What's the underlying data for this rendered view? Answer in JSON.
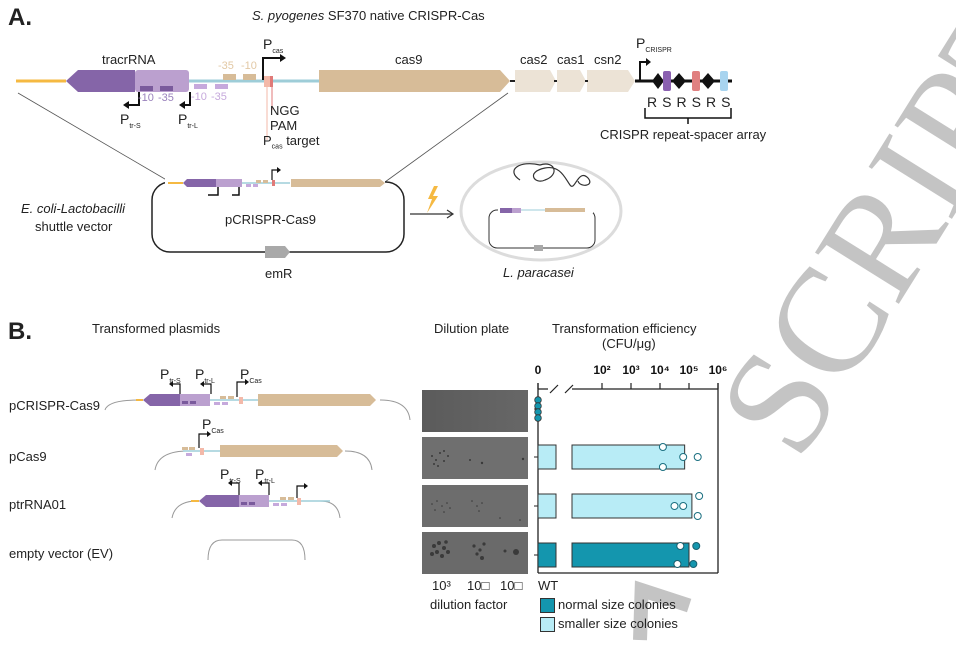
{
  "panel_a": {
    "letter": "A.",
    "title_italic": "S. pyogenes",
    "title_rest": " SF370 native CRISPR-Cas",
    "genes": {
      "tracrRNA": "tracrRNA",
      "cas9": "cas9",
      "cas2": "cas2",
      "cas1": "cas1",
      "csn2": "csn2"
    },
    "promoters": {
      "p_cas": "P",
      "p_cas_sub": "cas",
      "p_crispr": "P",
      "p_crispr_sub": "CRISPR",
      "p_tr_s": "P",
      "p_tr_s_sub": "tr-S",
      "p_tr_l": "P",
      "p_tr_l_sub": "tr-L"
    },
    "boxes": {
      "tan_35": "-35",
      "tan_10": "-10",
      "tracr_10": "-10",
      "tracr_35": "-35",
      "lilac_10": "-10",
      "lilac_35": "-35"
    },
    "ngg": "NGG",
    "pam": "PAM",
    "pcas_target_p": "P",
    "pcas_target_sub": "cas",
    "pcas_target_rest": " target",
    "array_letters": [
      "R",
      "S",
      "R",
      "S",
      "R",
      "S"
    ],
    "array_label": "CRISPR repeat-spacer array",
    "vector_label_italic": "E. coli-Lactobacilli",
    "vector_label_2": "shuttle vector",
    "plasmid_name": "pCRISPR-Cas9",
    "resistance_gene": "emR",
    "host_name": "L. paracasei"
  },
  "panel_b": {
    "letter": "B.",
    "plasmids_heading": "Transformed plasmids",
    "plate_heading": "Dilution plate",
    "plasmids": [
      {
        "name": "pCRISPR-Cas9"
      },
      {
        "name": "pCas9"
      },
      {
        "name": "ptrRNA01"
      },
      {
        "name": "empty vector (EV)"
      }
    ],
    "promoter_labels": {
      "p": "P",
      "tr_s": "tr-S",
      "tr_l": "tr-L",
      "cas": "Cas"
    },
    "dilution_ticks": [
      "10³",
      "10□",
      "10□"
    ],
    "dilution_axis_label": "dilution factor"
  },
  "chart_data": {
    "type": "bar",
    "orientation": "horizontal",
    "title": "Transformation efficiency",
    "subtitle": "(CFU/μg)",
    "xscale": "log with axis break",
    "xlim": [
      0,
      1000000
    ],
    "x_tick_labels": [
      "0",
      "10²",
      "10³",
      "10⁴",
      "10⁵",
      "10⁶"
    ],
    "x_tick_exponents": [
      null,
      2,
      3,
      4,
      5,
      6
    ],
    "categories": [
      "pCRISPR-Cas9",
      "pCas9",
      "ptrRNA01",
      "WT"
    ],
    "category_labels_visible": [
      "",
      "",
      "",
      "WT"
    ],
    "series": [
      {
        "name": "normal size colonies",
        "color": "#1496ae",
        "bar_log10": [
          null,
          null,
          null,
          5.0
        ],
        "points_log10": [
          [
            0,
            0,
            0,
            0
          ],
          [],
          [],
          [
            4.7,
            5.25,
            4.6,
            5.15
          ]
        ]
      },
      {
        "name": "smaller size colonies",
        "color": "#b8ecf6",
        "bar_log10": [
          null,
          4.85,
          5.1,
          null
        ],
        "points_log10": [
          [],
          [
            4.1,
            4.1,
            4.8,
            5.3
          ],
          [
            4.5,
            4.8,
            5.35,
            5.3
          ],
          []
        ]
      }
    ],
    "zero_points_category": "pCRISPR-Cas9",
    "legend": [
      "normal size colonies",
      "smaller size colonies"
    ],
    "legend_position": "bottom"
  },
  "watermark": "ACCEPTED MANUSCRIPT",
  "colors": {
    "tracr_dark": "#8565a8",
    "tracr_light": "#bba0cf",
    "tracr_box": "#7a5a9c",
    "lilac_box": "#c6a9dc",
    "cas9": "#d7bc98",
    "cas_light": "#ece3d6",
    "backbone_blue": "#9ecdd8",
    "orange": "#f5b942",
    "pam_red": "#e07a78",
    "pam_light": "#f3b9a9",
    "spacer_purple": "#8a60b0",
    "spacer_red": "#e08080",
    "spacer_blue": "#a8d4ef",
    "emr": "#a9a9a9",
    "teal": "#1496ae",
    "light_cyan": "#b8ecf6",
    "watermark": "#bfbfbf"
  }
}
